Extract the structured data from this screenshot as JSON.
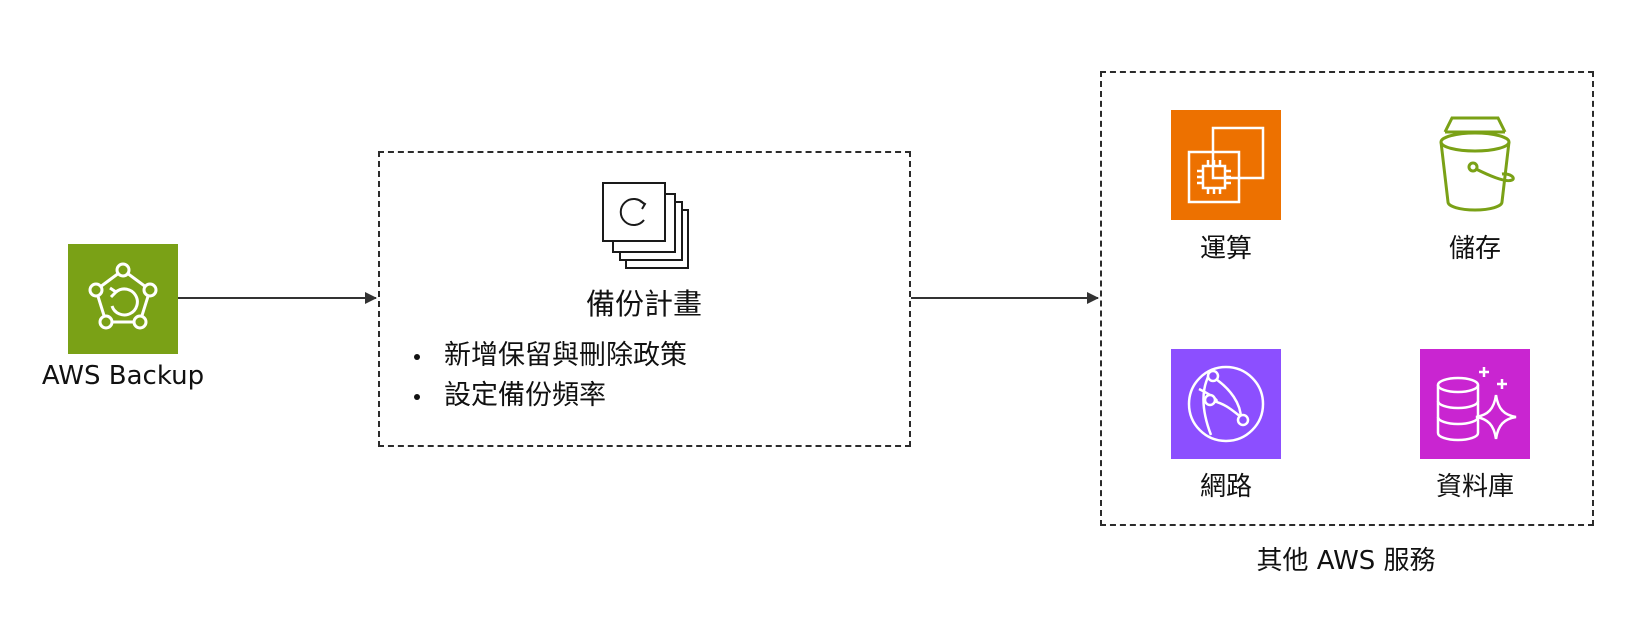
{
  "source": {
    "name": "AWS Backup",
    "color": "#7aa116",
    "icon": "aws-backup-icon"
  },
  "backup_plan": {
    "title": "備份計畫",
    "icon": "backup-plan-stack-icon",
    "items": [
      "新增保留與刪除政策",
      "設定備份頻率"
    ]
  },
  "services": {
    "caption": "其他 AWS 服務",
    "items": [
      {
        "label": "運算",
        "icon": "compute-chip-icon",
        "color": "#ed7100"
      },
      {
        "label": "儲存",
        "icon": "storage-bucket-icon",
        "color": "#7aa116"
      },
      {
        "label": "網路",
        "icon": "networking-globe-icon",
        "color": "#8c4fff"
      },
      {
        "label": "資料庫",
        "icon": "database-sparkle-icon",
        "color": "#c925d1"
      }
    ]
  }
}
